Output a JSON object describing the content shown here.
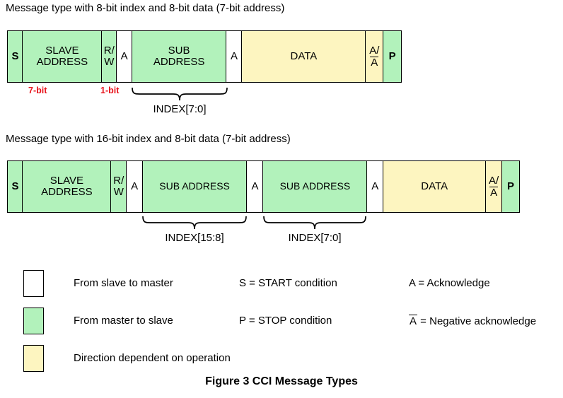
{
  "figure": {
    "caption": "Figure 3 CCI Message Types"
  },
  "diagram1": {
    "title": "Message type with 8-bit index and 8-bit data (7-bit address)",
    "cells": [
      {
        "label": "S",
        "fill": "green",
        "bold": true
      },
      {
        "label": "SLAVE\nADDRESS",
        "fill": "green",
        "bold": false
      },
      {
        "label": "R/\nW",
        "fill": "green",
        "bold": false
      },
      {
        "label": "A",
        "fill": "white",
        "bold": false
      },
      {
        "label": "SUB\nADDRESS",
        "fill": "green",
        "bold": false
      },
      {
        "label": "A",
        "fill": "white",
        "bold": false
      },
      {
        "label": "DATA",
        "fill": "yellow",
        "bold": false
      },
      {
        "label": "A/\nA̅",
        "fill": "yellow",
        "bold": false
      },
      {
        "label": "P",
        "fill": "green",
        "bold": true
      }
    ],
    "bit_labels": [
      {
        "text": "7-bit"
      },
      {
        "text": "1-bit"
      }
    ],
    "braces": [
      {
        "label": "INDEX[7:0]"
      }
    ]
  },
  "diagram2": {
    "title": "Message type with 16-bit index and 8-bit data (7-bit address)",
    "cells": [
      {
        "label": "S",
        "fill": "green",
        "bold": true
      },
      {
        "label": "SLAVE\nADDRESS",
        "fill": "green",
        "bold": false
      },
      {
        "label": "R/\nW",
        "fill": "green",
        "bold": false
      },
      {
        "label": "A",
        "fill": "white",
        "bold": false
      },
      {
        "label": "SUB ADDRESS",
        "fill": "green",
        "bold": false
      },
      {
        "label": "A",
        "fill": "white",
        "bold": false
      },
      {
        "label": "SUB ADDRESS",
        "fill": "green",
        "bold": false
      },
      {
        "label": "A",
        "fill": "white",
        "bold": false
      },
      {
        "label": "DATA",
        "fill": "yellow",
        "bold": false
      },
      {
        "label": "A/\nA̅",
        "fill": "yellow",
        "bold": false
      },
      {
        "label": "P",
        "fill": "green",
        "bold": true
      }
    ],
    "braces": [
      {
        "label": "INDEX[15:8]"
      },
      {
        "label": "INDEX[7:0]"
      }
    ]
  },
  "legend": {
    "swatches": [
      {
        "fill": "white",
        "text": "From slave to master"
      },
      {
        "fill": "green",
        "text": "From master to slave"
      },
      {
        "fill": "yellow",
        "text": "Direction dependent on operation"
      }
    ],
    "conditions": [
      "S = START condition",
      "P = STOP condition"
    ],
    "acknowledge": {
      "ack": "A = Acknowledge",
      "nack_symbol": "A",
      "nack_text": " = Negative acknowledge"
    }
  },
  "colors": {
    "green": "#b2f2bb",
    "yellow": "#fdf5c0",
    "white": "#ffffff",
    "red": "#e8141c",
    "stroke": "#000000"
  }
}
